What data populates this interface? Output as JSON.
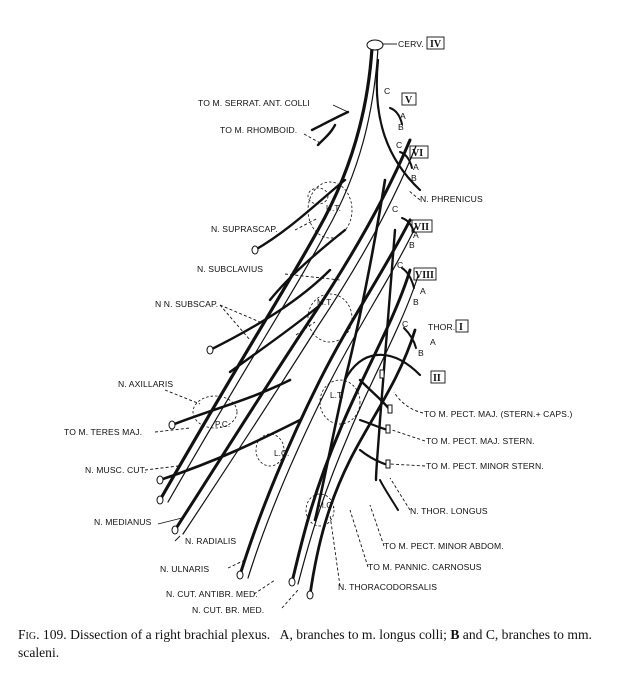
{
  "figure": {
    "fig_number": "Fig. 109.",
    "caption_a": "Dissection of a right brachial plexus.",
    "caption_b": "A, branches to m. longus colli;",
    "caption_bold": "B",
    "caption_c": "and C, branches to mm. scaleni."
  },
  "labels": {
    "cerv": "CERV.",
    "thor": "THOR.",
    "roots": [
      "IV",
      "V",
      "VI",
      "VII",
      "VIII",
      "I",
      "II"
    ],
    "letters": {
      "a": "A",
      "b": "B",
      "c": "C"
    },
    "regions": {
      "ut": "U.T.",
      "mt": "M.T.",
      "lt": "L.T.",
      "pc": "P.C.",
      "lc": "L.C.",
      "mc": "M.C."
    },
    "to_m_serrat_ant_colli": "TO M. SERRAT. ANT. COLLI",
    "to_m_rhomboid": "TO M. RHOMBOID.",
    "n_phrenicus": "N. PHRENICUS",
    "n_suprascap": "N. SUPRASCAP.",
    "n_subclavius": "N. SUBCLAVIUS",
    "nn_subscap": "N N. SUBSCAP.",
    "n_axillaris": "N. AXILLARIS",
    "to_m_teres_maj": "TO M. TERES MAJ.",
    "n_musc_cut": "N. MUSC. CUT.",
    "n_medianus": "N. MEDIANUS",
    "n_radialis": "N. RADIALIS",
    "n_ulnaris": "N. ULNARIS",
    "n_cut_antibr_med": "N. CUT. ANTIBR. MED.",
    "n_cut_br_med": "N. CUT. BR. MED.",
    "n_thoracodorsalis": "N. THORACODORSALIS",
    "to_m_pannic_carnosus": "TO M. PANNIC. CARNOSUS",
    "to_m_pect_minor_abdom": "TO M. PECT. MINOR ABDOM.",
    "n_thor_longus": "N. THOR. LONGUS",
    "to_m_pect_minor_stern": "TO M. PECT. MINOR STERN.",
    "to_m_pect_maj_stern": "TO M. PECT. MAJ. STERN.",
    "to_m_pect_maj_stern_caps": "TO M. PECT. MAJ. (STERN.+ CAPS.)"
  }
}
